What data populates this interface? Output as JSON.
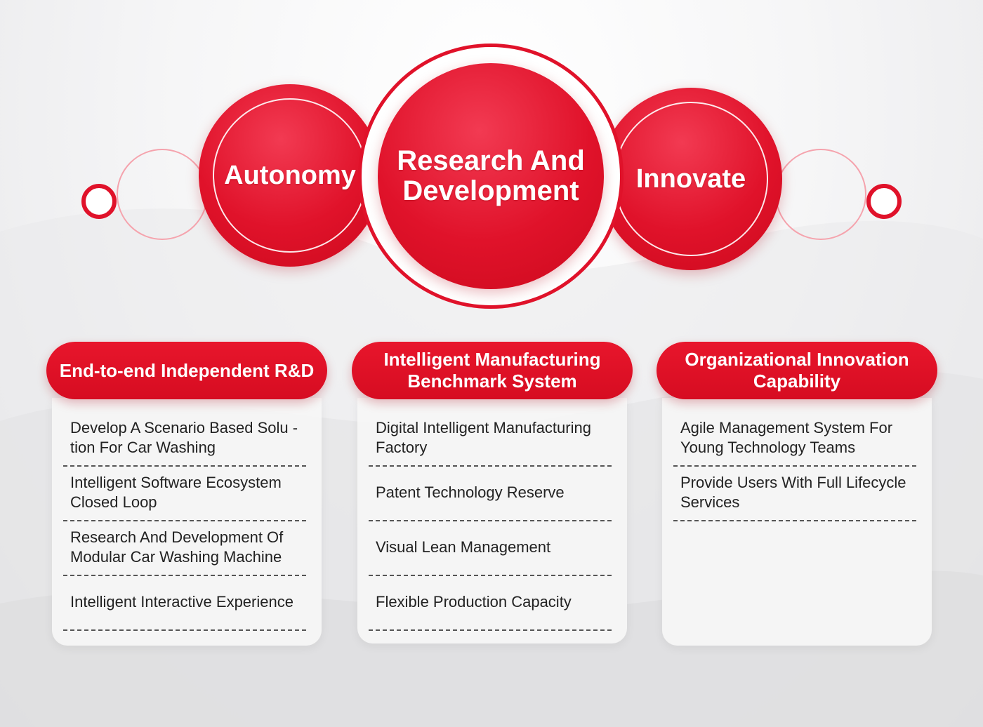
{
  "hub": {
    "center": "Research And Development",
    "left": "Autonomy",
    "right": "Innovate"
  },
  "columns": [
    {
      "title": "End-to-end Independent R&D",
      "items": [
        "Develop A Scenario Based Solu -tion For Car Washing",
        "Intelligent Software Ecosystem Closed Loop",
        "Research And Development Of Modular Car Washing Machine",
        "Intelligent Interactive Experience"
      ]
    },
    {
      "title": "Intelligent Manufacturing Benchmark System",
      "items": [
        "Digital Intelligent Manufacturing Factory",
        "Patent Technology Reserve",
        "Visual Lean Management",
        "Flexible Production Capacity"
      ]
    },
    {
      "title": "Organizational Innovation Capability",
      "items": [
        "Agile Management System For Young Technology Teams",
        "Provide Users With Full Lifecycle Services"
      ]
    }
  ],
  "colors": {
    "accent": "#e0122a",
    "accent_light": "#f5a3ad",
    "text": "#222222"
  }
}
